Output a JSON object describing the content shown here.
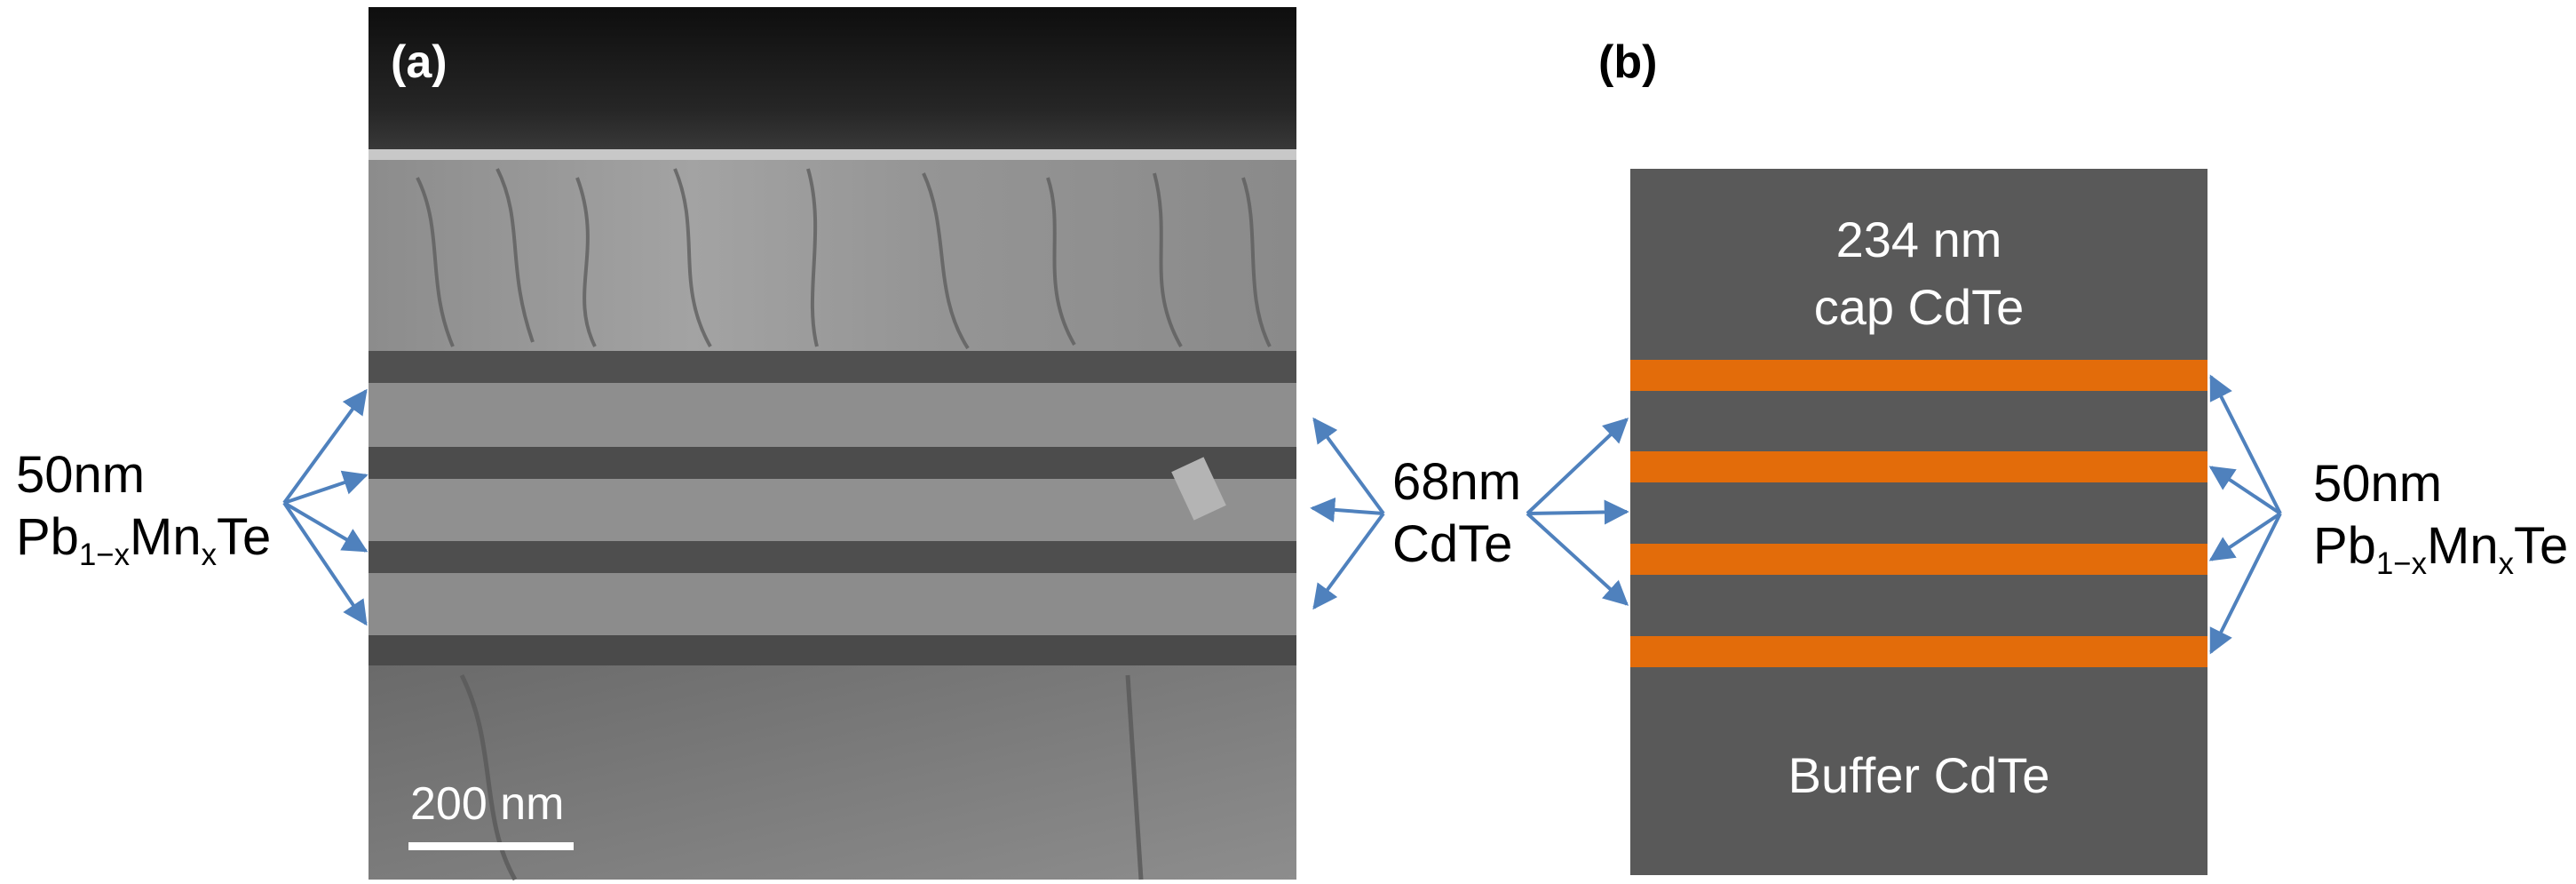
{
  "panel_a": {
    "tag": "(a)",
    "scale_bar_label": "200 nm",
    "left_label": {
      "line1": "50nm",
      "formula": {
        "base": "Pb",
        "sub1": "1−x",
        "mid": "Mn",
        "sub2": "x",
        "tail": "Te"
      }
    },
    "right_label": {
      "line1": "68nm",
      "line2": "CdTe"
    }
  },
  "panel_b": {
    "tag": "(b)",
    "cap_label_line1": "234 nm",
    "cap_label_line2": "cap CdTe",
    "buffer_label": "Buffer CdTe",
    "right_label": {
      "line1": "50nm",
      "formula": {
        "base": "Pb",
        "sub1": "1−x",
        "mid": "Mn",
        "sub2": "x",
        "tail": "Te"
      }
    },
    "layer_colors": {
      "cdte": "#595959",
      "pbmnte": "#E36C0A"
    }
  },
  "arrow_color": "#4F81BD"
}
